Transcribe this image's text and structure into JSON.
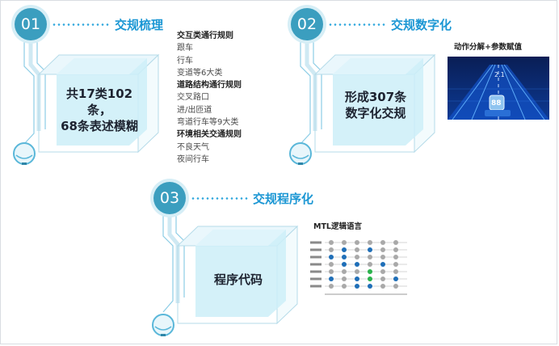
{
  "sections": [
    {
      "number": "01",
      "title": "交规梳理",
      "cube_text_line1": "共17类102条，",
      "cube_text_line2": "68条表述模糊",
      "rules": [
        {
          "text": "交互类通行规则",
          "heading": true
        },
        {
          "text": "跟车",
          "heading": false
        },
        {
          "text": "行车",
          "heading": false
        },
        {
          "text": "变道等6大类",
          "heading": false
        },
        {
          "text": "道路结构通行规则",
          "heading": true
        },
        {
          "text": "交叉路口",
          "heading": false
        },
        {
          "text": "进/出匝道",
          "heading": false
        },
        {
          "text": "弯道行车等9大类",
          "heading": false
        },
        {
          "text": "环境相关交通规则",
          "heading": true
        },
        {
          "text": "不良天气",
          "heading": false
        },
        {
          "text": "夜间行车",
          "heading": false
        }
      ]
    },
    {
      "number": "02",
      "title": "交规数字化",
      "cube_text_line1": "形成307条",
      "cube_text_line2": "数字化交规",
      "image_label": "动作分解+参数赋值",
      "image_values": [
        "2.1",
        "88"
      ]
    },
    {
      "number": "03",
      "title": "交规程序化",
      "cube_text_line1": "程序代码",
      "image_label": "MTL逻辑语言"
    }
  ],
  "colors": {
    "accent": "#1c97d4",
    "circle": "#3b9ebf",
    "cube_fill": "#cdeef8",
    "mtl_blue": "#1f6fb8",
    "mtl_green": "#2bb24c",
    "mtl_gray": "#a9a9a9"
  }
}
